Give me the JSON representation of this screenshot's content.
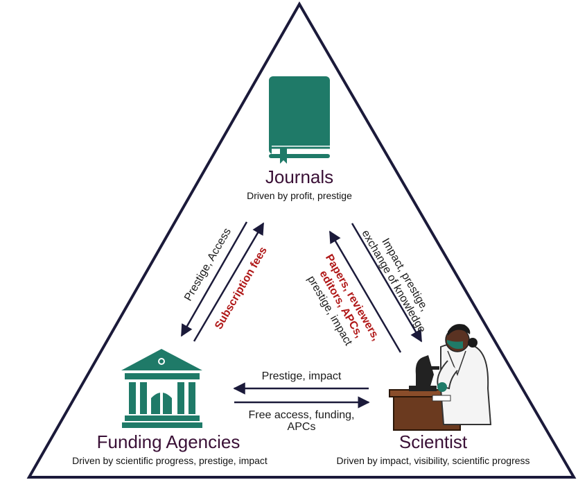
{
  "colors": {
    "triangle": "#1b1a3a",
    "arrow": "#1b1a3a",
    "accent_red": "#b01818",
    "book": "#1f7a68",
    "building": "#1f7a68",
    "title": "#3a1036"
  },
  "icons": {
    "journals": "book-icon",
    "funding": "bank-building-icon",
    "scientist": "scientist-microscope-icon"
  },
  "nodes": {
    "journals": {
      "title": "Journals",
      "subtitle": "Driven by profit, prestige"
    },
    "funding": {
      "title": "Funding Agencies",
      "subtitle": "Driven by scientific progress, prestige, impact"
    },
    "scientist": {
      "title": "Scientist",
      "subtitle": "Driven by impact, visibility, scientific progress"
    }
  },
  "edges": {
    "journals_to_funding": "Prestige, Access",
    "funding_to_journals": "Subscription fees",
    "journals_to_scientist_line1": "Impact, prestige,",
    "journals_to_scientist_line2": "exchange of knowledge",
    "scientist_to_journals_line1": "Papers, reviewers,",
    "scientist_to_journals_line2": "editors, APCs,",
    "scientist_to_journals_line3": "prestige, impact",
    "scientist_to_funding": "Prestige, impact",
    "funding_to_scientist_line1": "Free access, funding,",
    "funding_to_scientist_line2": "APCs"
  }
}
